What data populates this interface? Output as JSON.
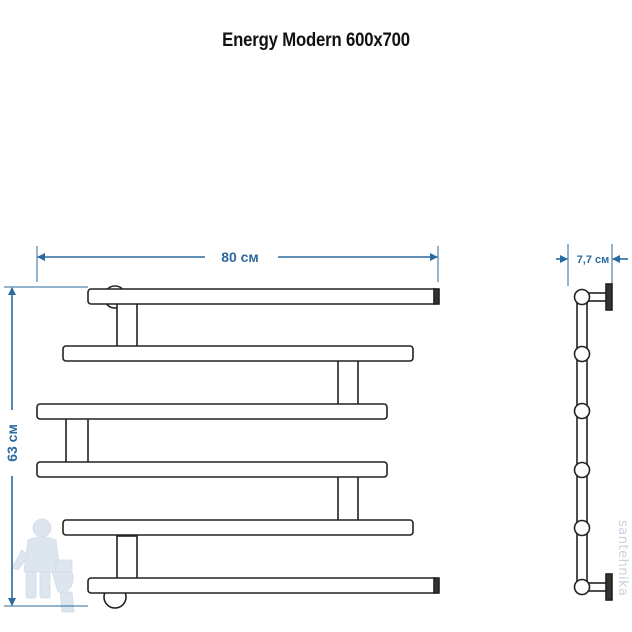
{
  "title": "Energy Modern 600x700",
  "dimensions": {
    "width_label": "80 см",
    "height_label": "63 см",
    "depth_label": "7,7 см"
  },
  "colors": {
    "dimension": "#2b6a9e",
    "outline": "#222222",
    "watermark": "#c8d3df"
  },
  "watermark": {
    "text": "santehnika",
    "figure": "plumber-mascot-icon"
  }
}
